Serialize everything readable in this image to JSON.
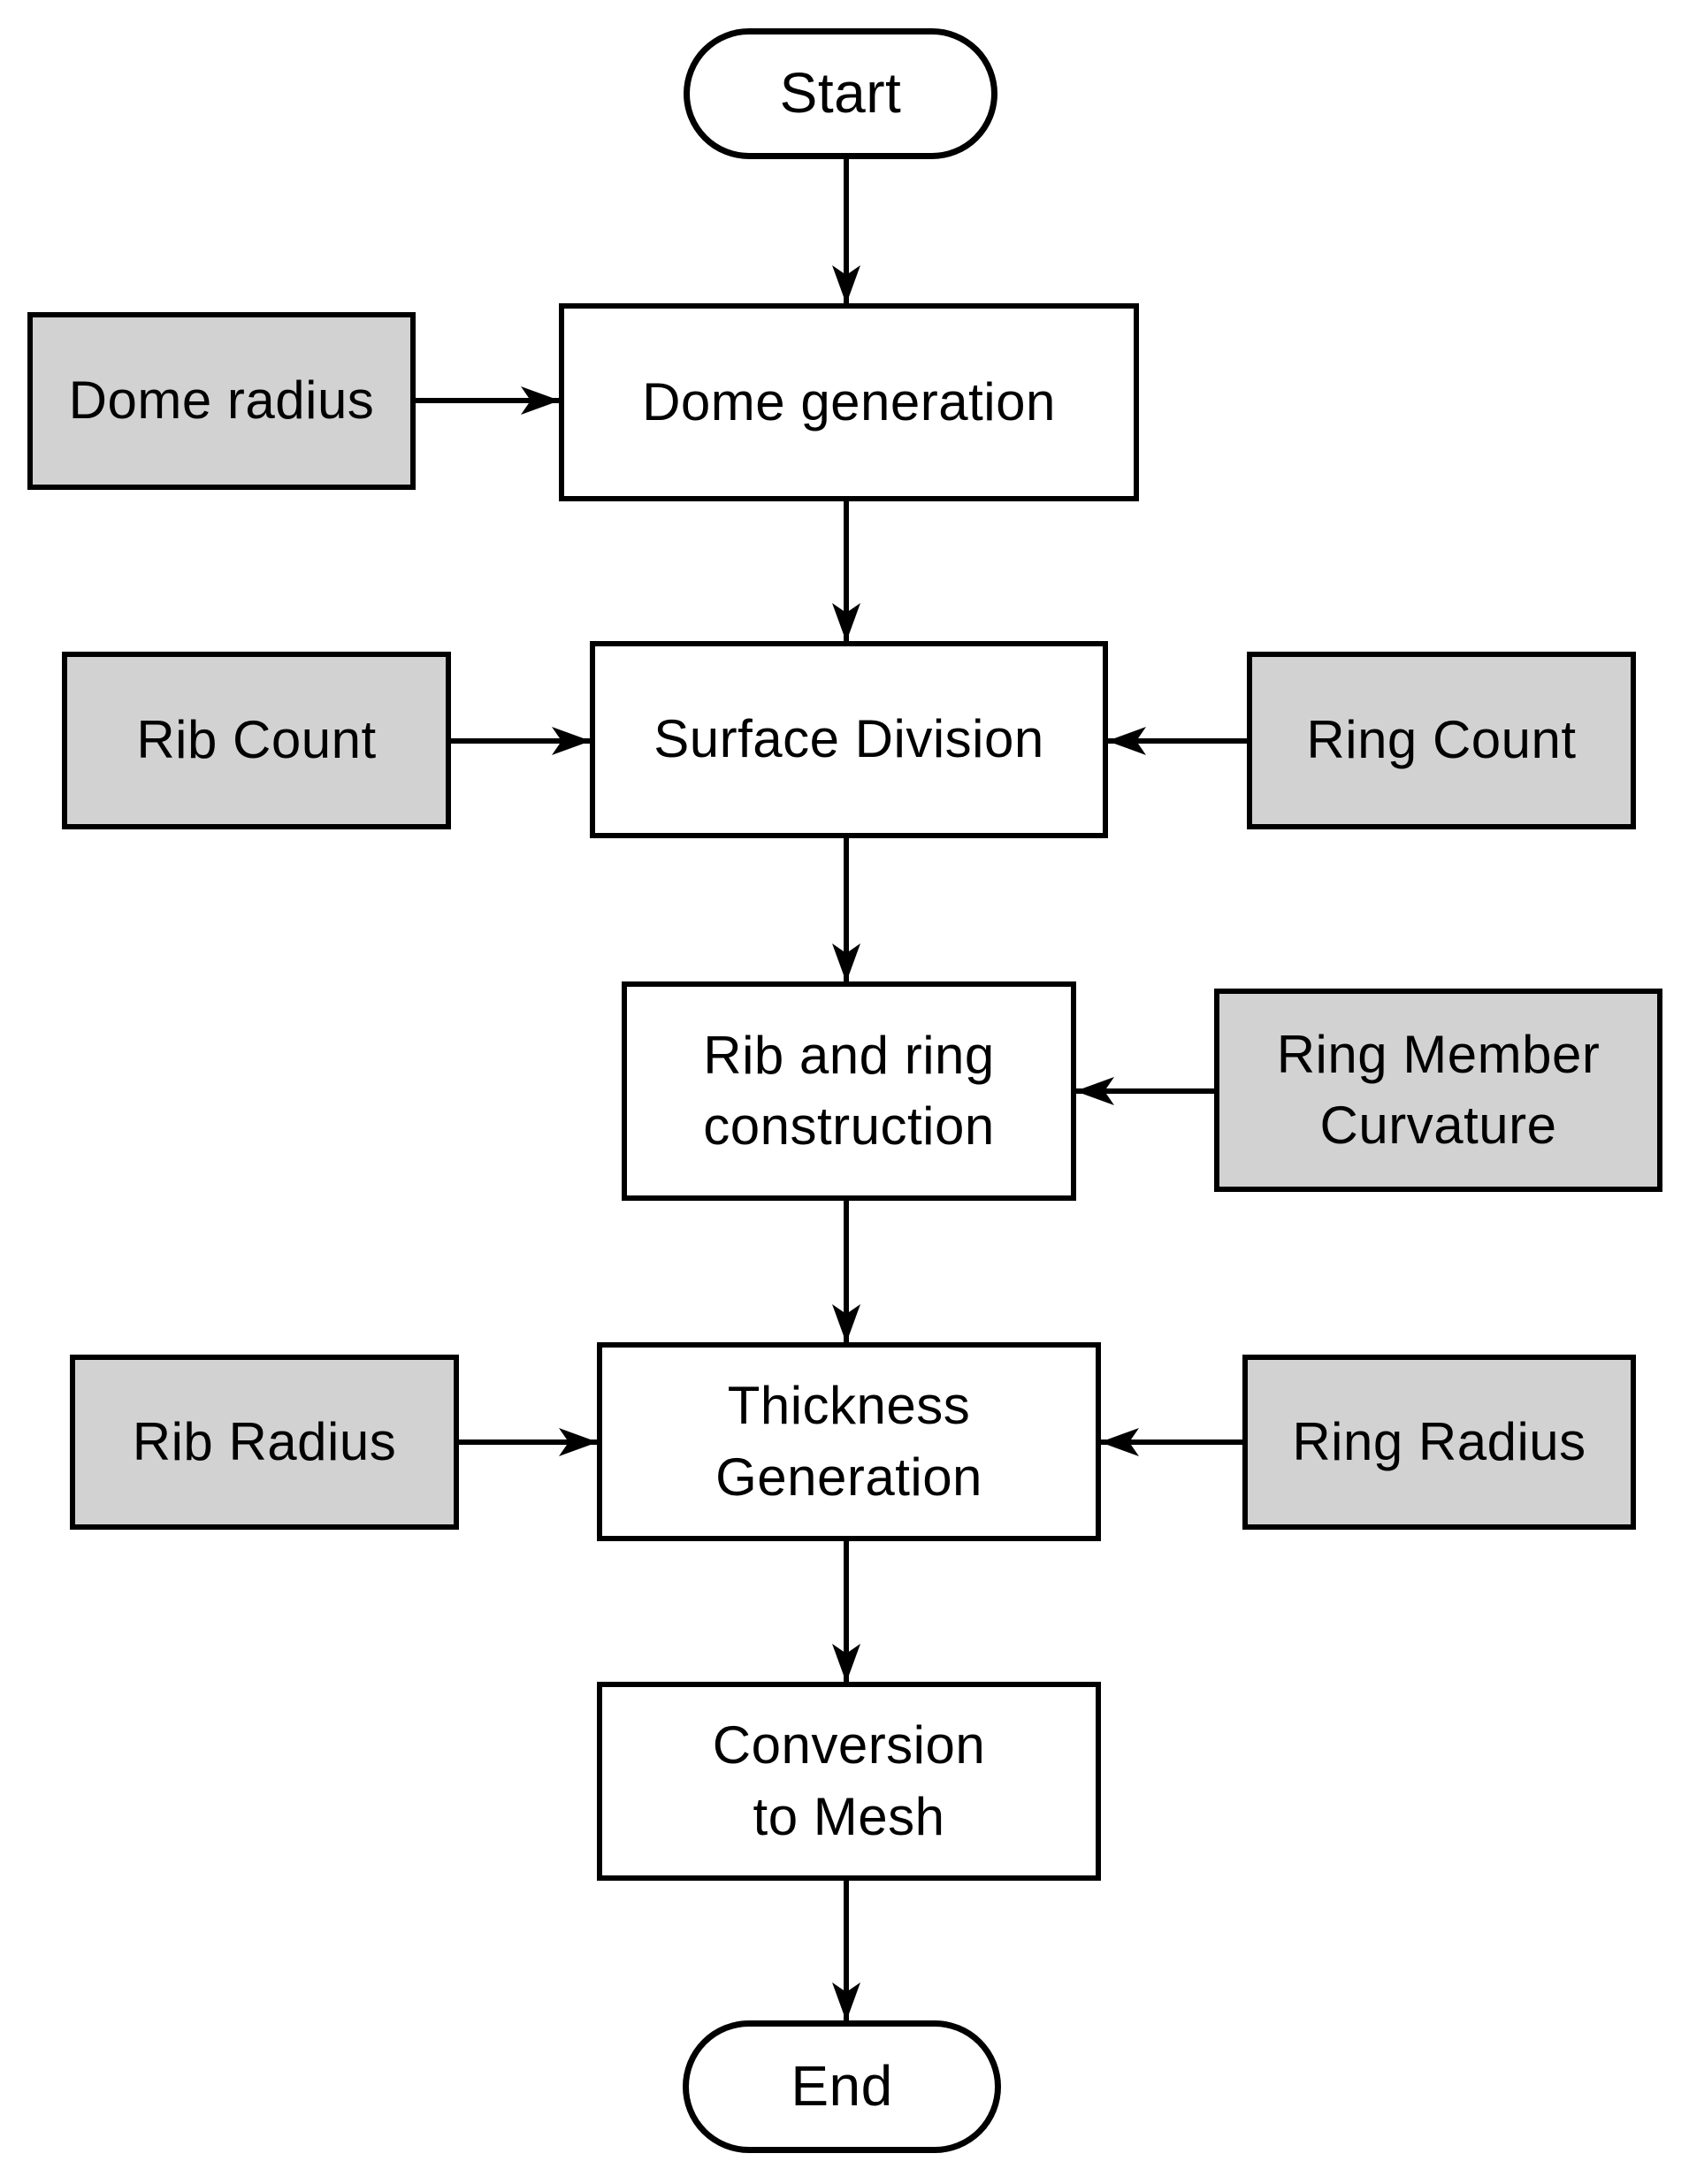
{
  "diagram_type": "flowchart",
  "colors": {
    "background": "#ffffff",
    "input_fill": "#d2d2d2",
    "process_fill": "#ffffff",
    "terminator_fill": "#ffffff",
    "stroke": "#000000",
    "text": "#000000"
  },
  "nodes": {
    "start": {
      "label": "Start",
      "type": "terminator"
    },
    "dome_radius": {
      "label": "Dome radius",
      "type": "input"
    },
    "dome_generation": {
      "label": "Dome generation",
      "type": "process"
    },
    "rib_count": {
      "label": "Rib Count",
      "type": "input"
    },
    "surface_division": {
      "label": "Surface Division",
      "type": "process"
    },
    "ring_count": {
      "label": "Ring Count",
      "type": "input"
    },
    "rib_ring_construction": {
      "label": "Rib and ring\nconstruction",
      "type": "process"
    },
    "ring_member_curvature": {
      "label": "Ring Member\nCurvature",
      "type": "input"
    },
    "rib_radius": {
      "label": "Rib Radius",
      "type": "input"
    },
    "thickness_generation": {
      "label": "Thickness\nGeneration",
      "type": "process"
    },
    "ring_radius": {
      "label": "Ring Radius",
      "type": "input"
    },
    "conversion_to_mesh": {
      "label": "Conversion\nto Mesh",
      "type": "process"
    },
    "end": {
      "label": "End",
      "type": "terminator"
    }
  },
  "edges": [
    {
      "from": "start",
      "to": "dome_generation"
    },
    {
      "from": "dome_radius",
      "to": "dome_generation"
    },
    {
      "from": "dome_generation",
      "to": "surface_division"
    },
    {
      "from": "rib_count",
      "to": "surface_division"
    },
    {
      "from": "ring_count",
      "to": "surface_division"
    },
    {
      "from": "surface_division",
      "to": "rib_ring_construction"
    },
    {
      "from": "ring_member_curvature",
      "to": "rib_ring_construction"
    },
    {
      "from": "rib_ring_construction",
      "to": "thickness_generation"
    },
    {
      "from": "rib_radius",
      "to": "thickness_generation"
    },
    {
      "from": "ring_radius",
      "to": "thickness_generation"
    },
    {
      "from": "thickness_generation",
      "to": "conversion_to_mesh"
    },
    {
      "from": "conversion_to_mesh",
      "to": "end"
    }
  ]
}
